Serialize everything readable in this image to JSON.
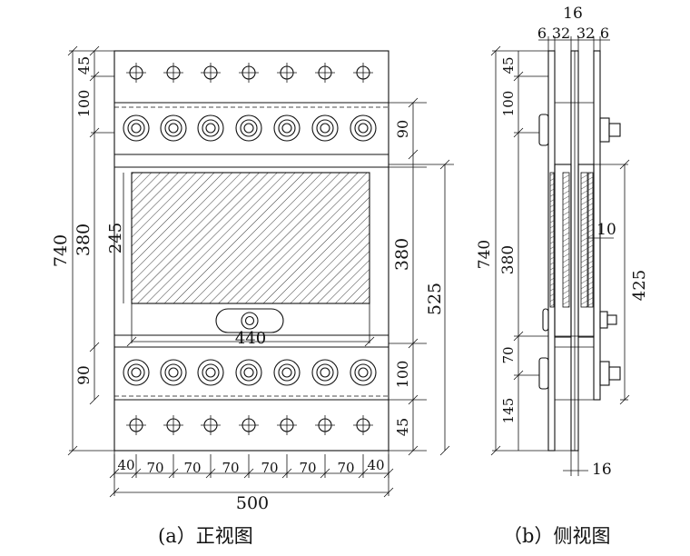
{
  "front_view": {
    "caption": "(a）正视图",
    "dims": {
      "total_height": "740",
      "top_edge": "45",
      "top_band": "100",
      "mid": "380",
      "bottom_band": "90",
      "specimen_height": "245",
      "right_band": "90",
      "right_mid": "380",
      "right_overall": "525",
      "right_bottom_band": "100",
      "right_bottom_edge": "45",
      "specimen_width": "440",
      "width_total": "500",
      "edge": "40",
      "pitch": "70"
    }
  },
  "side_view": {
    "caption": "（b）侧视图",
    "dims": {
      "total_height": "740",
      "top_edge": "45",
      "top_band": "100",
      "mid": "380",
      "low": "70",
      "bottom": "145",
      "gap": "10",
      "plate_span": "425",
      "thickness_bottom": "16",
      "thickness_top": "16",
      "plate_outer": "6",
      "plate_inner": "32"
    }
  }
}
